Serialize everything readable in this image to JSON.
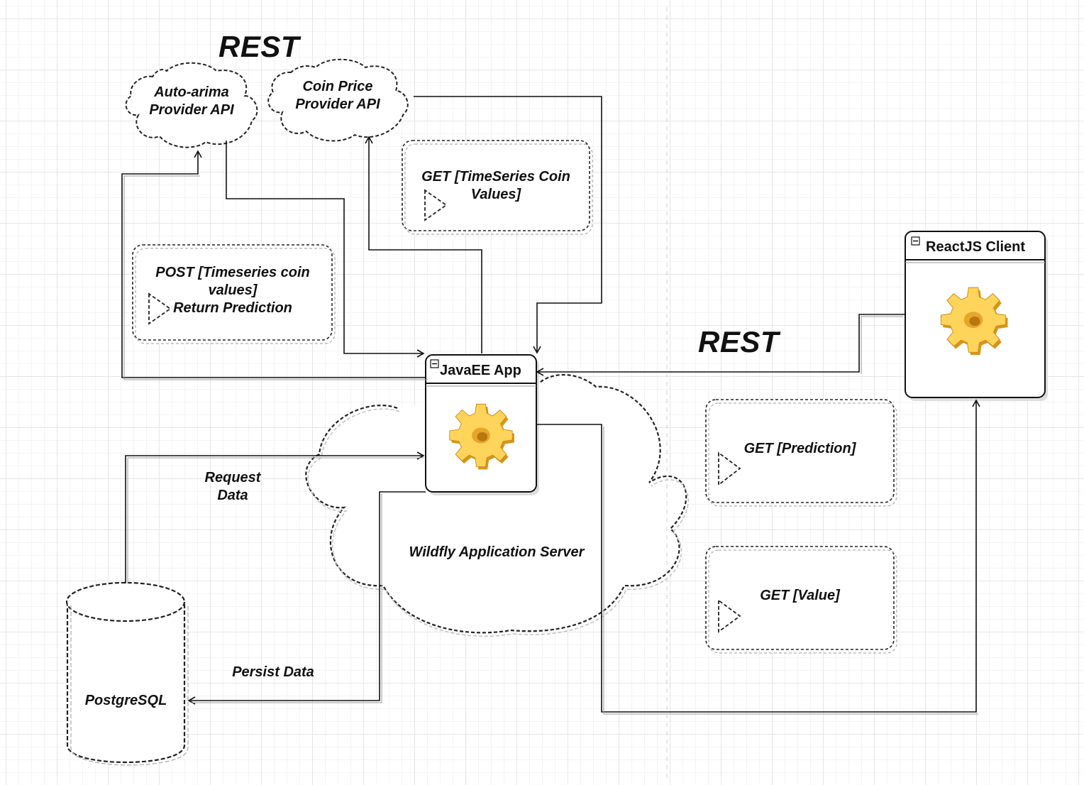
{
  "labels": {
    "rest_top": "REST",
    "rest_right": "REST",
    "auto_arima_line1": "Auto-arima",
    "auto_arima_line2": "Provider API",
    "coin_price_line1": "Coin Price",
    "coin_price_line2": "Provider API",
    "get_timeseries_line1": "GET [TimeSeries Coin",
    "get_timeseries_line2": "Values]",
    "post_timeseries_line1": "POST [Timeseries coin",
    "post_timeseries_line2": "values]",
    "post_return": "Return Prediction",
    "javaee_app": "JavaEE App",
    "reactjs_client": "ReactJS Client",
    "get_prediction": "GET [Prediction]",
    "get_value": "GET [Value]",
    "request_line1": "Request",
    "request_line2": "Data",
    "wildfly": "Wildfly Application Server",
    "persist_data": "Persist Data",
    "postgresql": "PostgreSQL"
  },
  "icons": {
    "javaee": "gear-icon",
    "reactjs": "gear-icon",
    "collapse": "minus-box-icon",
    "message": "play-triangle-icon"
  },
  "colors": {
    "line": "#111111",
    "gear_light": "#ffd95a",
    "gear_dark": "#d89a1c",
    "grid": "#e6e6e6"
  }
}
